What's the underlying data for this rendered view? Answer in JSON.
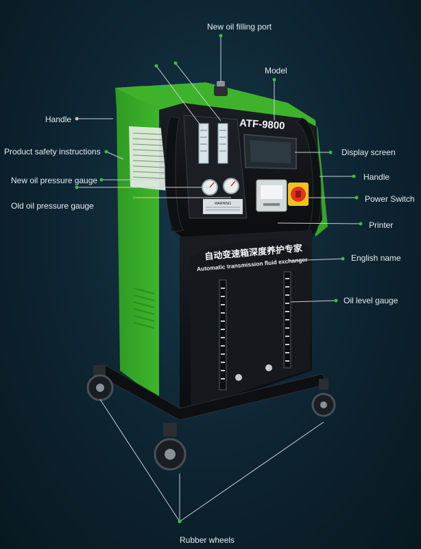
{
  "product": {
    "model": "ATF-9800",
    "chinese_name": "自动变速箱深度养护专家",
    "english_name": "Automatic transmission fluid exchanger",
    "warning_text": "WARNING"
  },
  "callouts": {
    "new_oil_filling_port": "New oil filling port",
    "model": "Model",
    "handle_left": "Handle",
    "product_safety_instructions": "Product safety instructions",
    "new_oil_pressure_gauge": "New oil pressure gauge",
    "old_oil_pressure_gauge": "Old oil pressure gauge",
    "display_screen": "Display screen",
    "handle_right": "Handle",
    "power_switch": "Power Switch",
    "printer": "Printer",
    "english_name": "English name",
    "oil_level_gauge": "Oil level gauge",
    "rubber_wheels": "Rubber wheels"
  },
  "colors": {
    "body_green": "#3cb52a",
    "panel_black": "#111418",
    "callout_line": "#c9d3d8",
    "callout_dot": "#3fbf3a",
    "power_switch_red": "#e2331f",
    "power_switch_yellow": "#f2c21b"
  }
}
